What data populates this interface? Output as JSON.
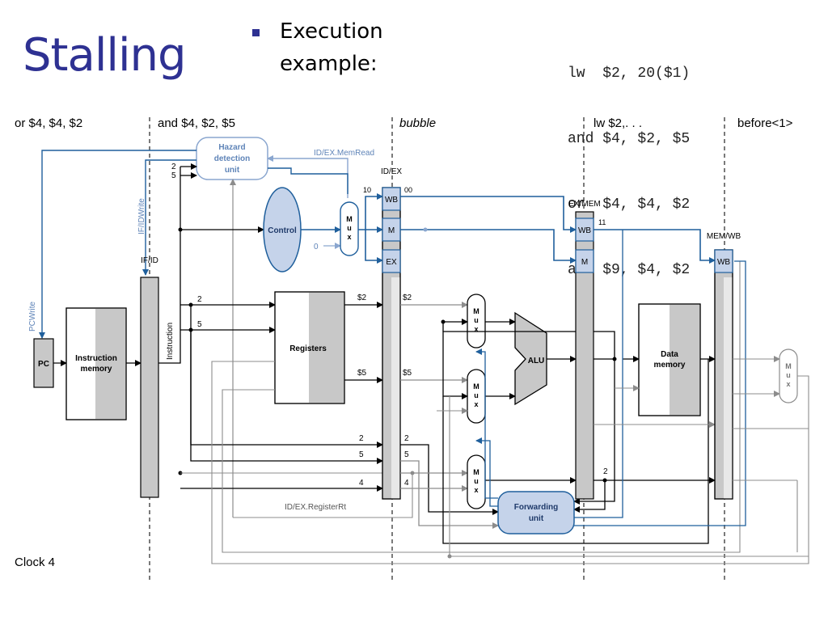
{
  "title": "Stalling",
  "bullet": {
    "line1": "Execution",
    "line2": "example:"
  },
  "code": [
    "lw  $2, 20($1)",
    "and $4, $2, $5",
    "or  $4, $4, $2",
    "add $9, $4, $2"
  ],
  "stages": {
    "s1": "or $4, $4, $2",
    "s2": "and $4, $2, $5",
    "s3": "bubble",
    "s4": "lw $2,. . .",
    "s5": "before<1>"
  },
  "units": {
    "hazard_line1": "Hazard",
    "hazard_line2": "detection",
    "hazard_line3": "unit",
    "control": "Control",
    "pc": "PC",
    "imem_line1": "Instruction",
    "imem_line2": "memory",
    "registers": "Registers",
    "alu": "ALU",
    "dmem_line1": "Data",
    "dmem_line2": "memory",
    "forwarding_line1": "Forwarding",
    "forwarding_line2": "unit",
    "mux_m": "M",
    "mux_u": "u",
    "mux_x": "x"
  },
  "registers_labels": {
    "if_id": "IF/ID",
    "id_ex": "ID/EX",
    "ex_mem": "EX/MEM",
    "mem_wb": "MEM/WB",
    "wb": "WB",
    "m": "M",
    "ex": "EX"
  },
  "signals": {
    "id_ex_memread": "ID/EX.MemRead",
    "if_idwrite": "IF/IDWrite",
    "pcwrite": "PCWrite",
    "instruction": "Instruction",
    "id_ex_registerrt": "ID/EX.RegisterRt",
    "zero": "0",
    "ten": "10",
    "zero_zero": "00",
    "eleven": "11",
    "reg2": "2",
    "reg5": "5",
    "reg4": "4",
    "s2": "$2",
    "s5": "$5"
  },
  "clock": "Clock 4",
  "colors": {
    "title": "#2e3192",
    "blue": "#1f5f9c",
    "light_blue": "#c5d3ea",
    "gray": "#c8c8c8",
    "dark_gray": "#8c8c8c"
  }
}
